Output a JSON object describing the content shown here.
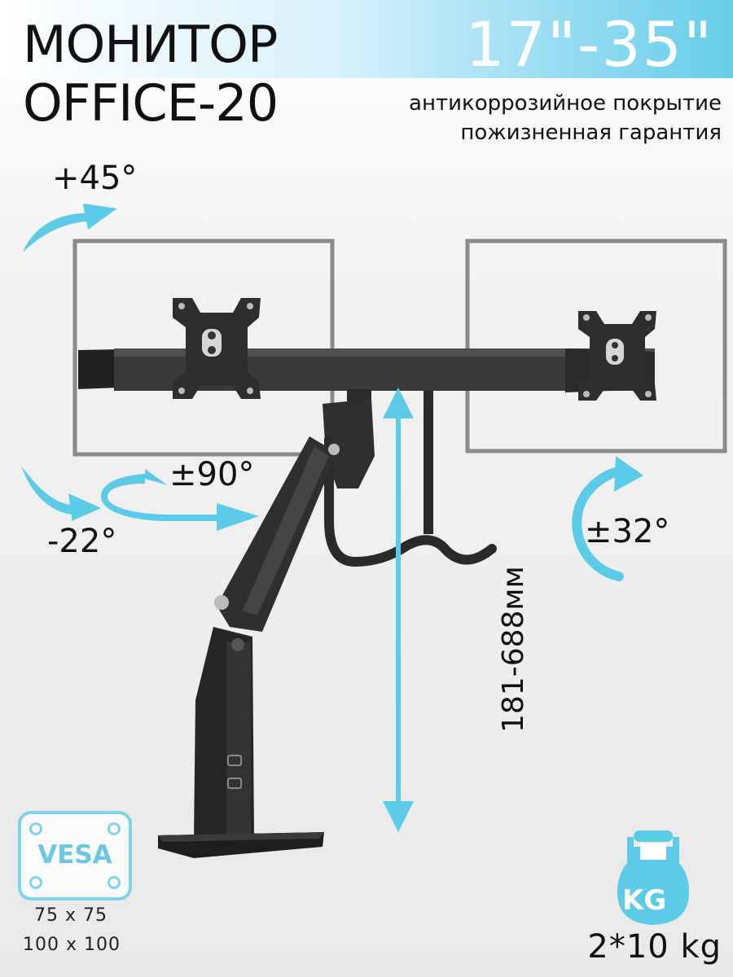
{
  "header": {
    "title_line1": "МОНИТОР",
    "title_line2": "OFFICE-20",
    "size_range": "17\"-35\""
  },
  "features": [
    "антикоррозийное покрытие",
    "пожизненная гарантия"
  ],
  "angles": {
    "tilt_up": "+45°",
    "swivel": "±90°",
    "tilt_down": "-22°",
    "rotation": "±32°"
  },
  "height_range": "181-688мм",
  "vesa": {
    "label": "VESA",
    "sizes": [
      "75 x 75",
      "100 x 100"
    ]
  },
  "weight": {
    "icon_label": "KG",
    "capacity": "2*10 kg"
  },
  "icons": [
    "tilt-arrow-icon",
    "swivel-arrow-icon",
    "rotation-arrow-icon",
    "height-arrow-icon",
    "vesa-icon",
    "kettlebell-icon"
  ],
  "colors": {
    "accent": "#5ccbe8",
    "text": "#111111",
    "mount": "#2a2a2a"
  }
}
